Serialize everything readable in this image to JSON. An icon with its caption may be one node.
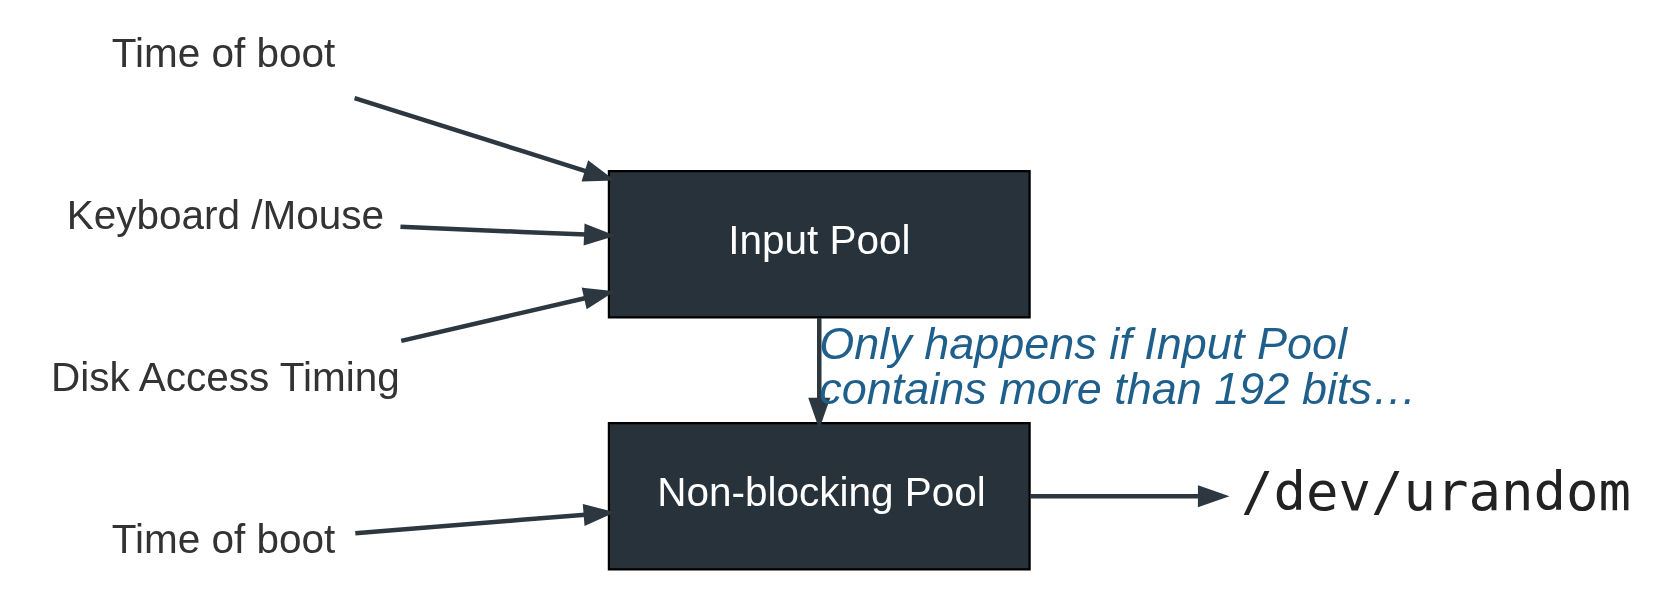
{
  "diagram": {
    "nodes": [
      {
        "text": [
          "Time of boot"
        ]
      },
      {
        "text": [
          "Keyboard /Mouse"
        ]
      },
      {
        "text": [
          "Disk Access Timing"
        ]
      },
      {
        "text": [
          "Input Pool"
        ]
      },
      {
        "text": [
          "Non-blocking Pool"
        ]
      },
      {
        "text": [
          "Time of boot"
        ]
      },
      {
        "text": [
          "/dev/urandom"
        ]
      }
    ],
    "edges": [
      {
        "from": 0,
        "to": 3,
        "arrow": "to"
      },
      {
        "from": 1,
        "to": 3,
        "arrow": "to"
      },
      {
        "from": 2,
        "to": 3,
        "arrow": "to"
      },
      {
        "from": 3,
        "to": 4,
        "arrow": "to",
        "label": "Only happens if Input Pool contains more than 192 bits…"
      },
      {
        "from": 5,
        "to": 4,
        "arrow": "to"
      },
      {
        "from": 4,
        "to": 6,
        "arrow": "to"
      }
    ]
  }
}
